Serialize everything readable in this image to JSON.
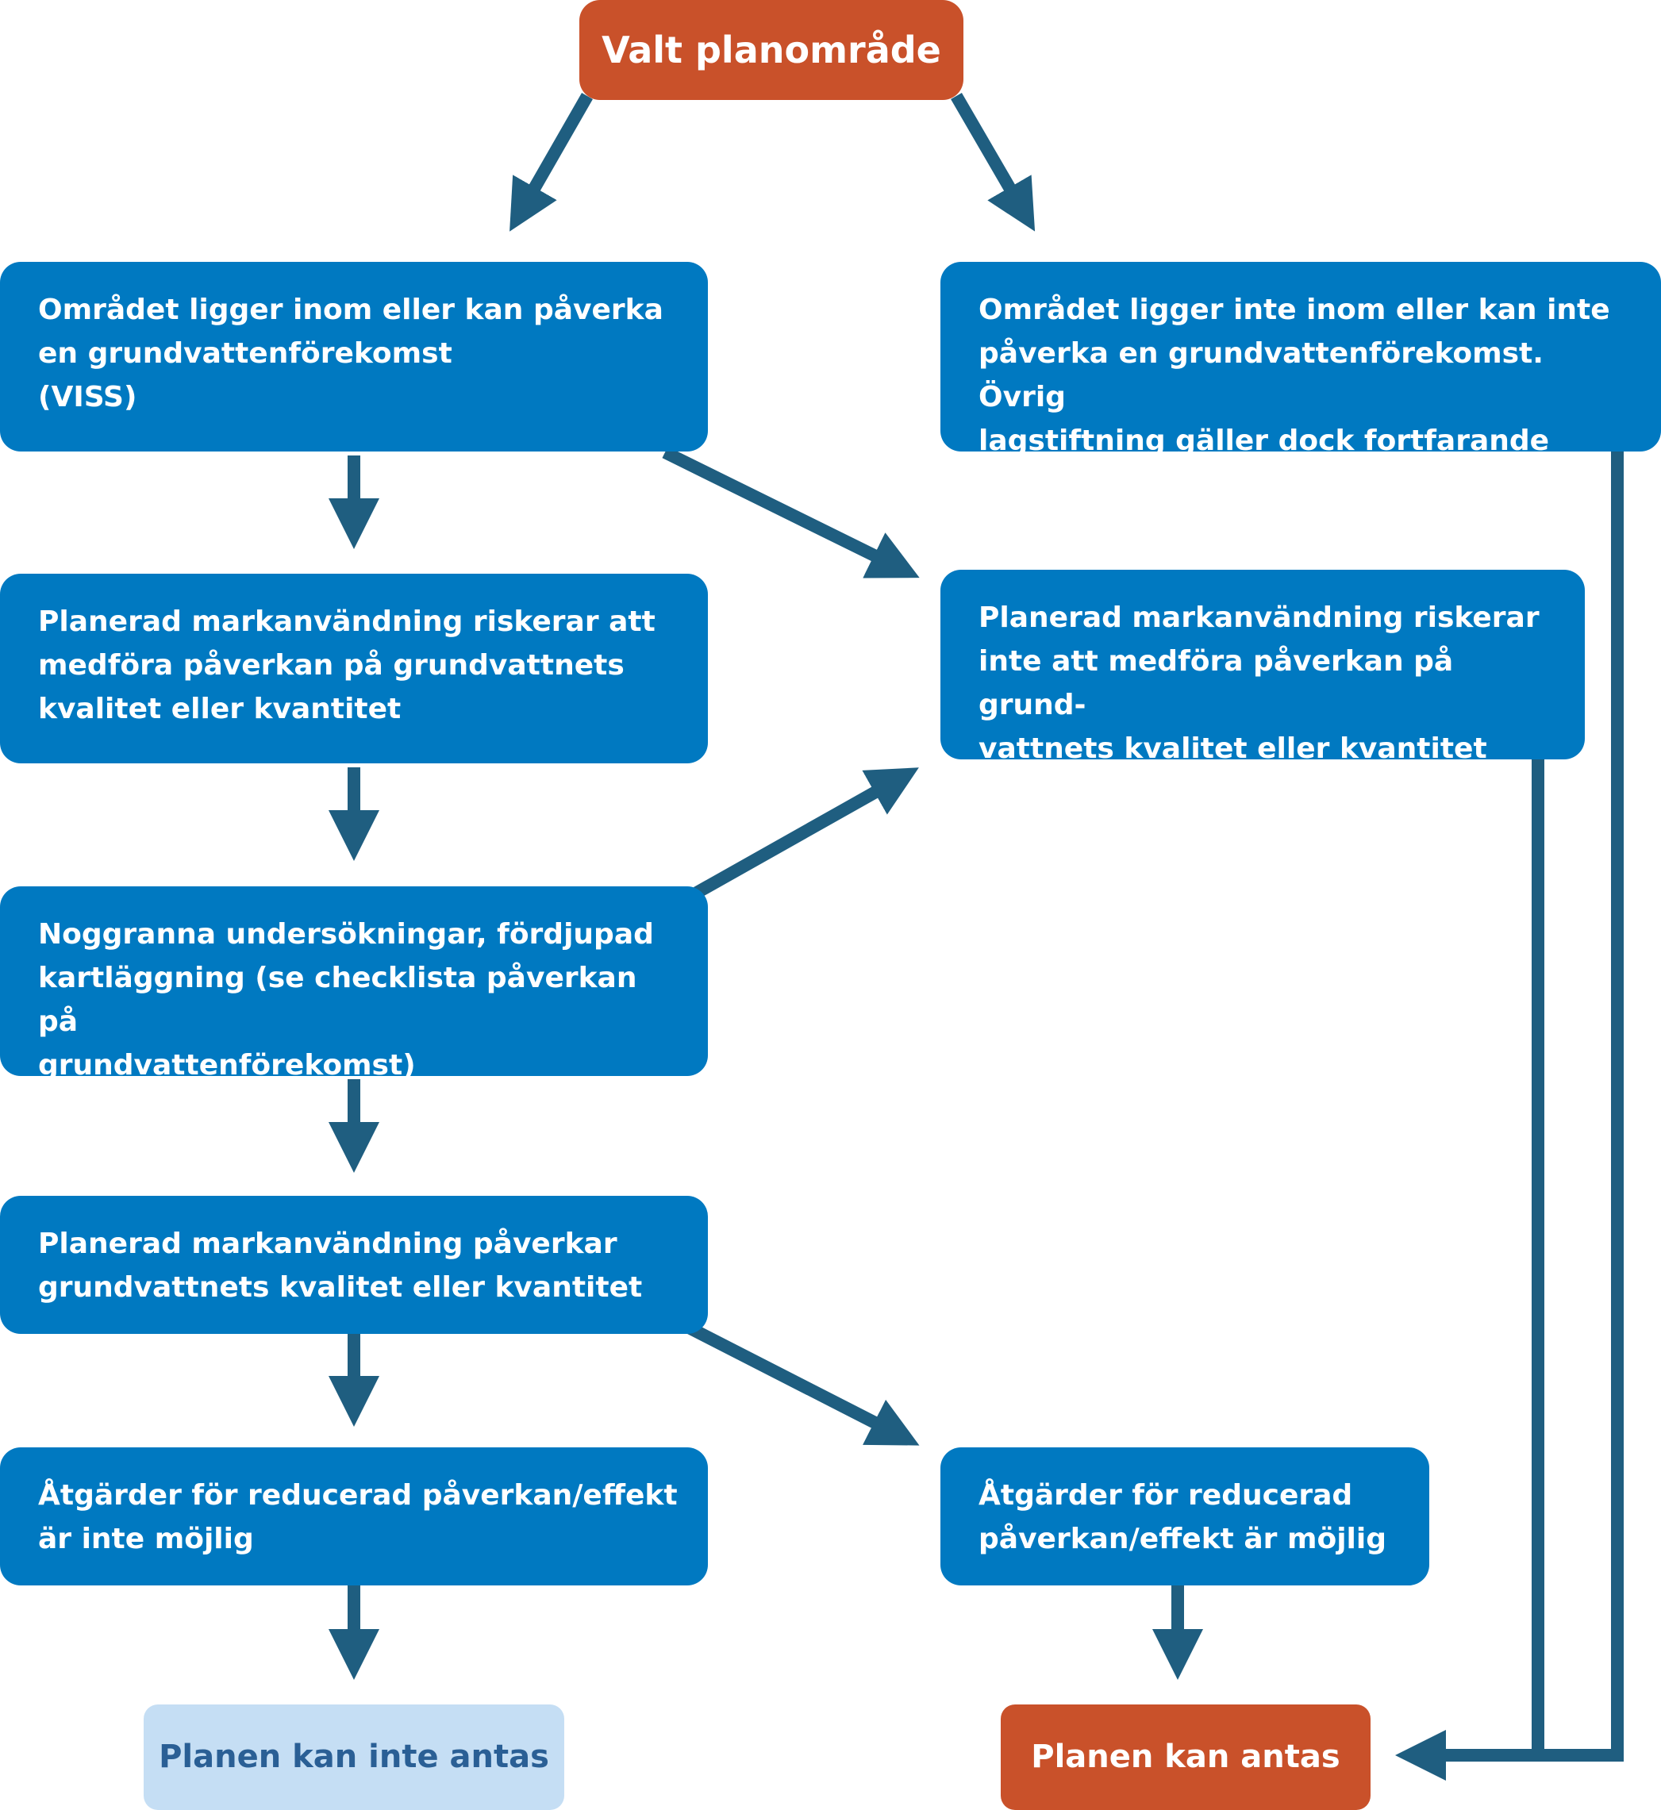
{
  "colors": {
    "step_box": "#0079c1",
    "terminal_box": "#c9512a",
    "rejected_box": "#c5def4",
    "rejected_text": "#2a5f95",
    "arrow": "#1f5e80"
  },
  "nodes": {
    "start": "Valt planområde",
    "within": "Området ligger inom eller kan påverka\nen grundvattenförekomst\n(VISS)",
    "not_within": "Området ligger inte inom eller kan inte\npåverka en grundvattenförekomst. Övrig\nlagstiftning gäller dock fortfarande",
    "risk": "Planerad markanvändning riskerar att\nmedföra påverkan på grundvattnets\nkvalitet eller kvantitet",
    "no_risk": "Planerad markanvändning riskerar\ninte att medföra påverkan på grund-\nvattnets kvalitet eller kvantitet",
    "investigation": "Noggranna undersökningar, fördjupad\nkartläggning (se checklista påverkan på\ngrundvattenförekomst)",
    "affects": "Planerad markanvändning påverkar\ngrundvattnets kvalitet eller kvantitet",
    "measures_not_possible": "Åtgärder för reducerad påverkan/effekt\när inte möjlig",
    "measures_possible": "Åtgärder för reducerad\npåverkan/effekt är möjlig",
    "plan_rejected": "Planen kan inte antas",
    "plan_accepted": "Planen kan antas"
  }
}
